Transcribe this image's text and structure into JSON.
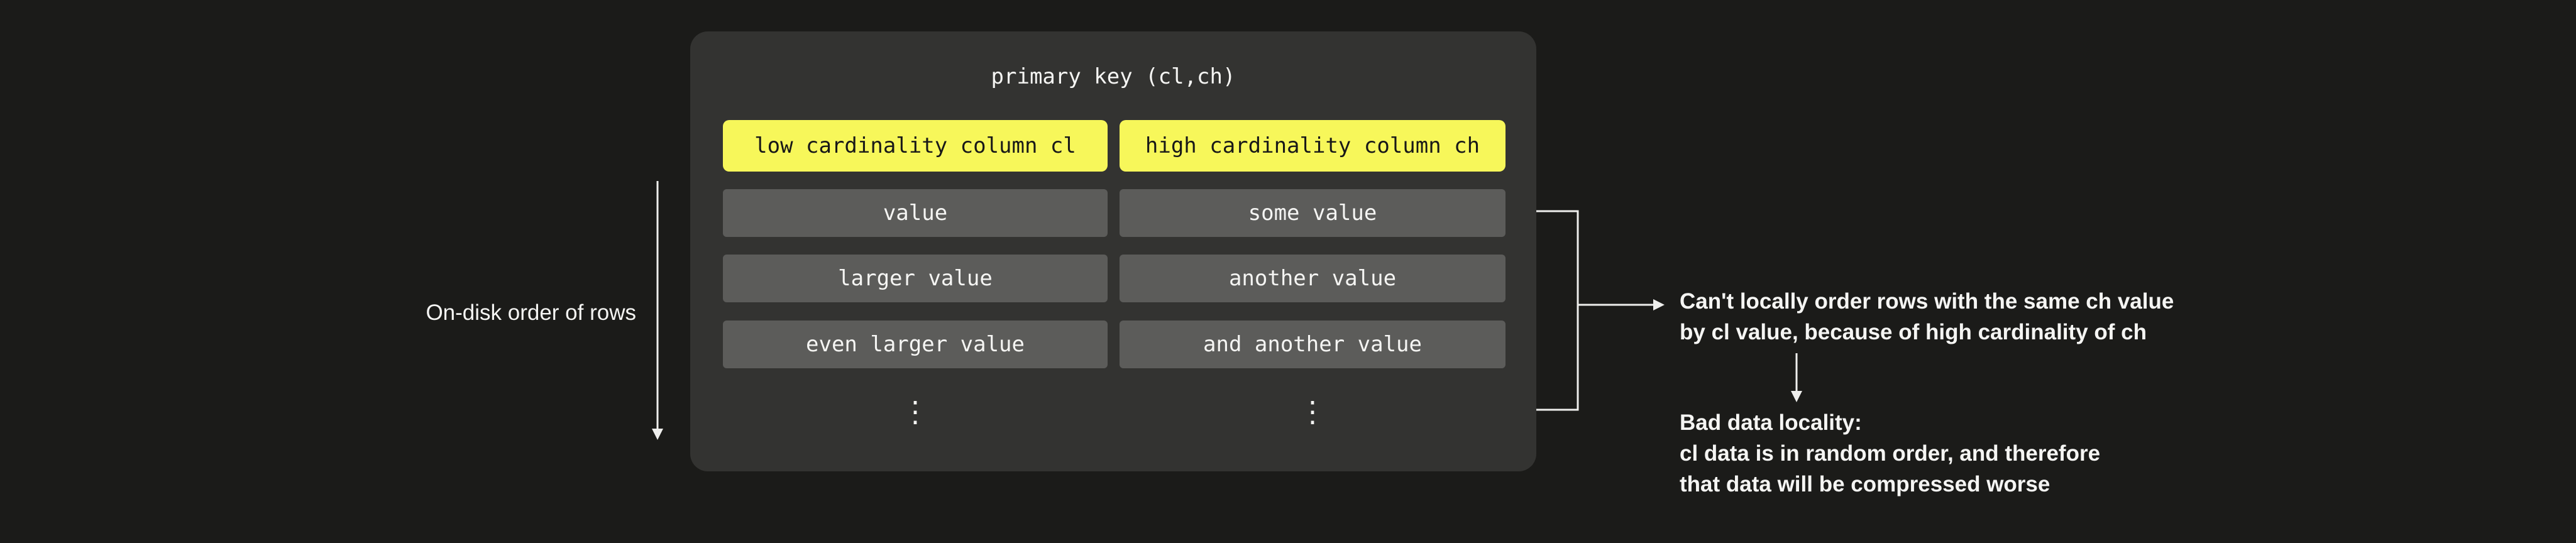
{
  "colors": {
    "background": "#1b1b19",
    "panel": "#333331",
    "highlight": "#f7f75a",
    "cell": "#5c5c5a",
    "text-light": "#f5f5f3",
    "text-dark": "#181818",
    "arrow": "#efefed"
  },
  "diagram": {
    "title": "primary key (cl,ch)",
    "columns": [
      {
        "header": "low cardinality column cl",
        "cells": [
          "value",
          "larger value",
          "even larger value"
        ],
        "ellipsis": "⋮"
      },
      {
        "header": "high cardinality column ch",
        "cells": [
          "some value",
          "another value",
          "and another value"
        ],
        "ellipsis": "⋮"
      }
    ],
    "left_label": "On-disk order of rows",
    "annotations": {
      "cardinality_line1": "Can't locally order rows with the same ch value",
      "cardinality_line2": "by cl value, because of high cardinality of ch",
      "locality_line1": "Bad data locality:",
      "locality_line2": "cl data is in random order, and therefore",
      "locality_line3": "that data will be compressed worse"
    }
  }
}
